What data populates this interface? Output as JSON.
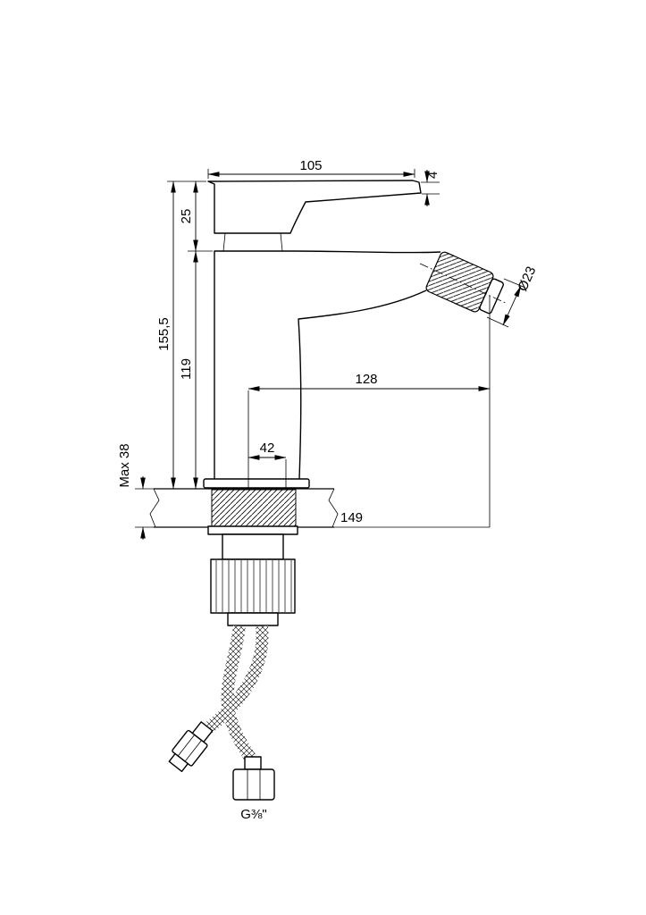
{
  "page": {
    "background": "#ffffff",
    "line_color": "#000000"
  },
  "drawing": {
    "labels": {
      "dim_handle_length": "105",
      "dim_lever_tip": "4",
      "dim_handle_height": "25",
      "dim_total_height": "155,5",
      "dim_body_height": "119",
      "dim_reach": "128",
      "dim_spout_offset": "42",
      "dim_base_width": "149",
      "dim_max_deck_thickness": "Max 38",
      "dim_aerator_diameter": "Ø23",
      "thread_label": "G⅜\""
    }
  }
}
